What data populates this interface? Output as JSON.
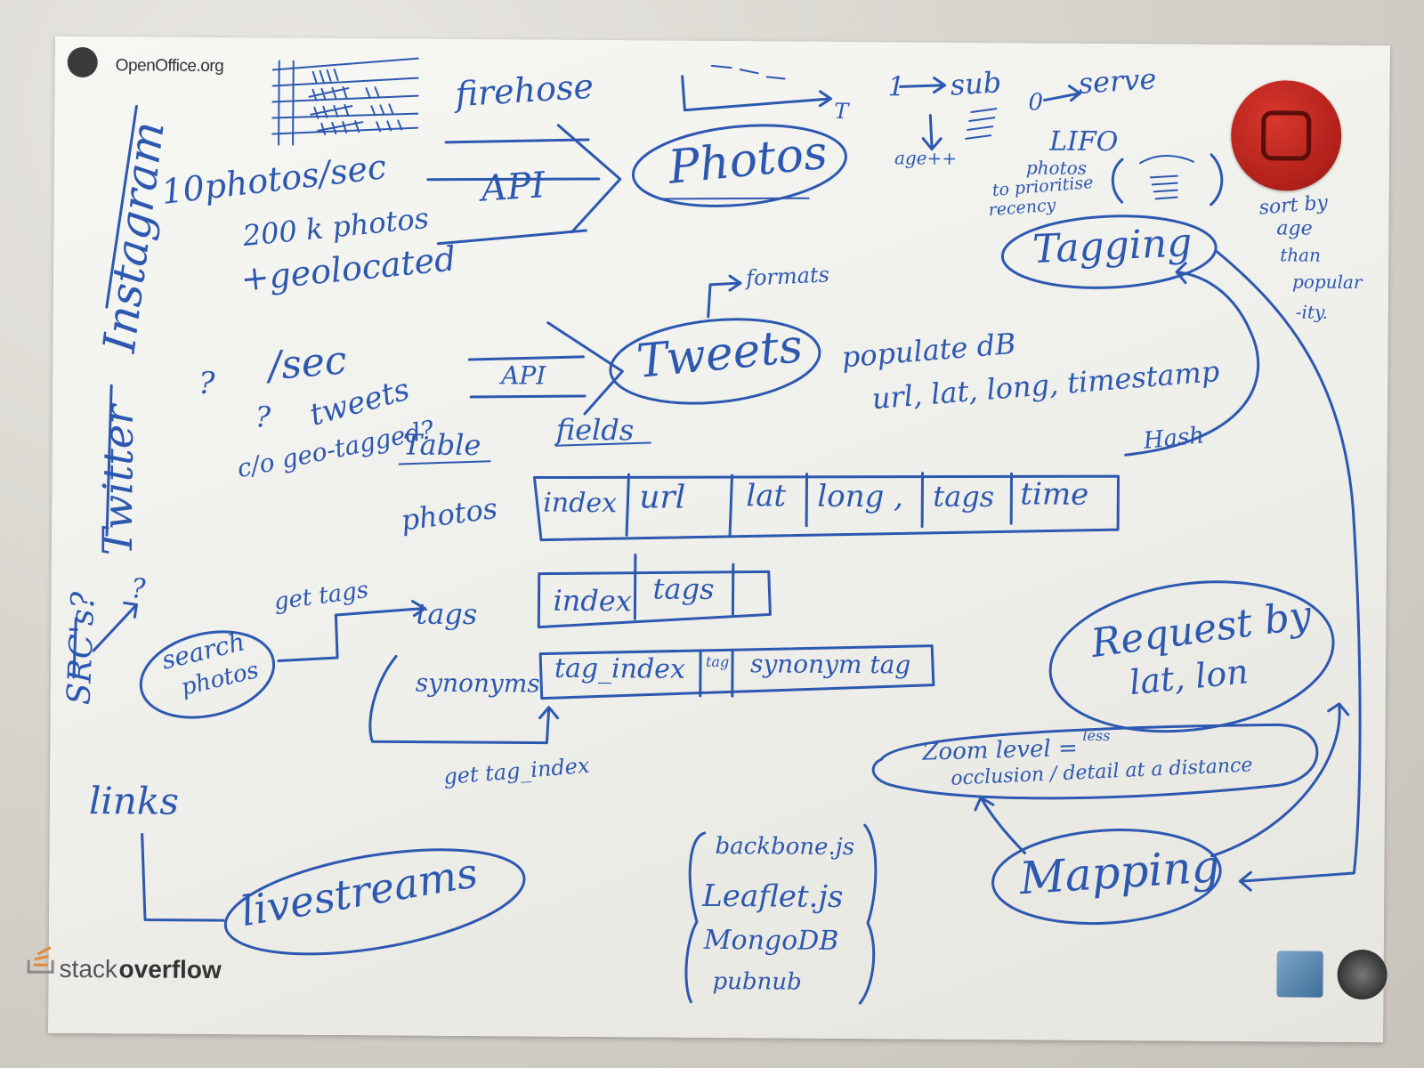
{
  "logos": {
    "openoffice": "OpenOffice.org",
    "stackoverflow_light": "stack",
    "stackoverflow_bold": "overflow"
  },
  "colors": {
    "ink": "#2d58b0",
    "board": "#f2f2ee",
    "sticker": "#c0271f"
  },
  "sources": {
    "instagram": "Instagram",
    "twitter": "Twitter",
    "src": "SRC's?"
  },
  "instagram": {
    "firehose": "firehose",
    "rate": "10photos/sec",
    "count": "200 k photos",
    "geo": "+geolocated",
    "api": "API",
    "photos": "Photos"
  },
  "queue": {
    "t": "T",
    "sub_1": "1",
    "sub": "sub",
    "serve_0": "0",
    "serve": "serve",
    "age": "age++",
    "lifo": "LIFO",
    "lifo_note_1": "photos",
    "lifo_note_2": "to prioritise",
    "lifo_note_3": "recency"
  },
  "tagging": {
    "label": "Tagging",
    "sort_1": "sort by",
    "sort_2": "age",
    "sort_3": "than",
    "sort_4": "popular",
    "sort_5": "-ity."
  },
  "twitter": {
    "formats": "formats",
    "q_sec": "?",
    "sec": "/sec",
    "q_tweets": "?",
    "tweets": "tweets",
    "geotagged": "c/o geo-tagged?",
    "api": "API",
    "tweets_node": "Tweets",
    "populate": "populate dB",
    "populate_fields": "url, lat, long, timestamp"
  },
  "table": {
    "table_label": "Table",
    "fields_label": "fields",
    "photos_label": "photos",
    "hash_label": "Hash",
    "photos_fields": [
      "index",
      "url",
      "lat",
      "long ,",
      "tags",
      "time"
    ],
    "tags_fields": [
      "index",
      "tags"
    ],
    "synonyms_fields": [
      "tag_index",
      "tag",
      "synonym tag"
    ]
  },
  "search": {
    "q": "?",
    "search_1": "search",
    "search_2": "photos",
    "get_tags": "get tags",
    "tags": "tags",
    "synonyms": "synonyms",
    "get_tag_index": "get tag_index"
  },
  "links": {
    "label": "links",
    "livestreams": "livestreams"
  },
  "request": {
    "line1": "Request by",
    "line2": "lat, lon"
  },
  "zoom": {
    "line1": "Zoom level =",
    "less": "less",
    "line2": "occlusion / detail at a distance"
  },
  "mapping": {
    "label": "Mapping"
  },
  "stack": [
    "backbone.js",
    "Leaflet.js",
    "MongoDB",
    "pubnub"
  ]
}
